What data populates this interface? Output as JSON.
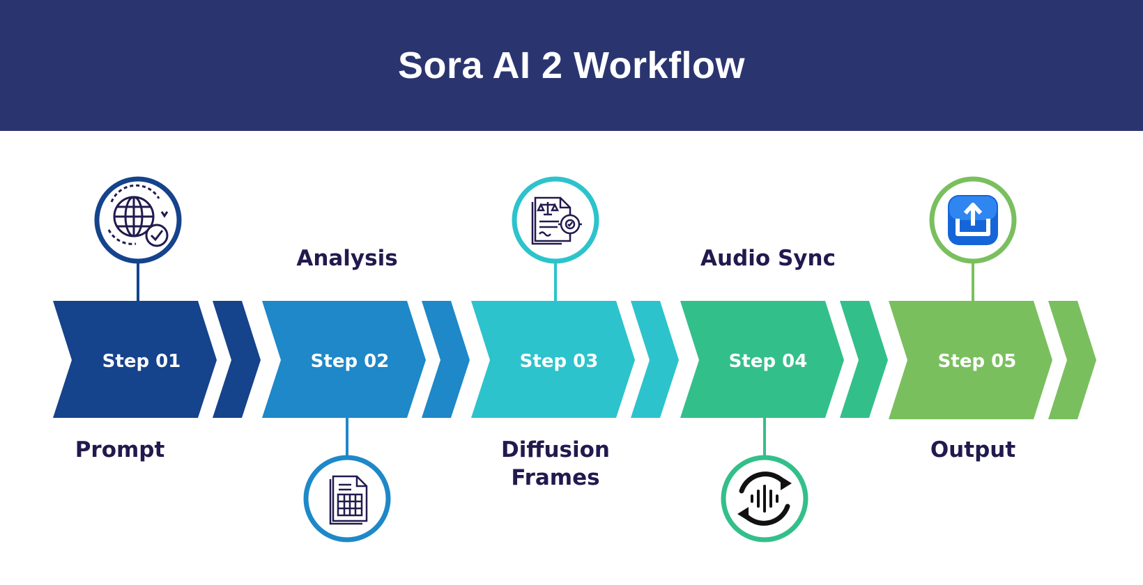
{
  "title": "Sora AI 2 Workflow",
  "steps": [
    {
      "badge": "Step 01",
      "label": "Prompt",
      "label_position": "bottom",
      "icon_position": "top",
      "icon": "globe-check-icon",
      "color": "#15438c"
    },
    {
      "badge": "Step 02",
      "label": "Analysis",
      "label_position": "top",
      "icon_position": "bottom",
      "icon": "document-table-icon",
      "color": "#1e88c8"
    },
    {
      "badge": "Step 03",
      "label": "Diffusion Frames",
      "label_position": "bottom",
      "icon_position": "top",
      "icon": "document-gear-icon",
      "color": "#2cc3cc"
    },
    {
      "badge": "Step 04",
      "label": "Audio Sync",
      "label_position": "top",
      "icon_position": "bottom",
      "icon": "audio-sync-icon",
      "color": "#33bf8a"
    },
    {
      "badge": "Step 05",
      "label": "Output",
      "label_position": "bottom",
      "icon_position": "top",
      "icon": "export-icon",
      "color": "#7abf5e"
    }
  ],
  "colors": {
    "header_bg": "#2a3570",
    "label_text": "#211a4e",
    "step_text": "#ffffff"
  }
}
